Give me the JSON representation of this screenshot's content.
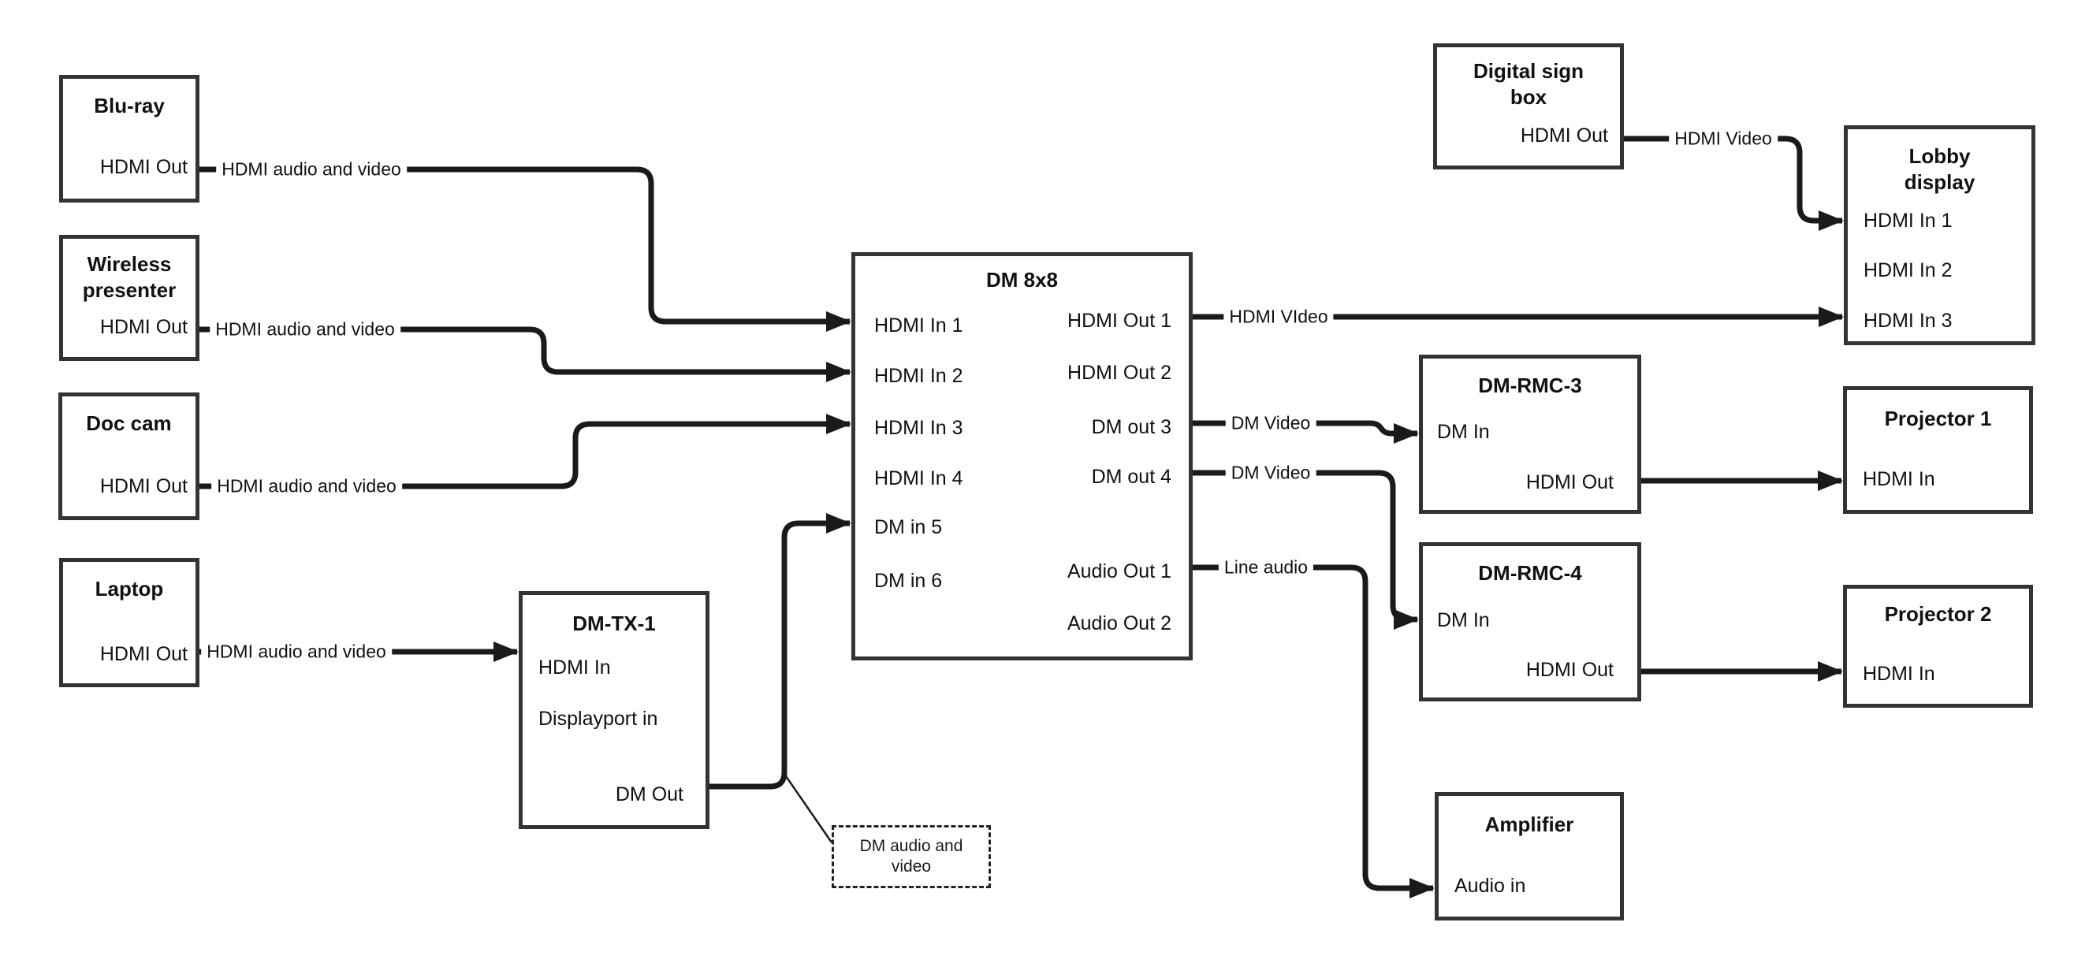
{
  "diagram_type": "av-signal-flow-diagram",
  "colors": {
    "line": "#1a1a1a",
    "box_border": "#333333",
    "background": "#ffffff"
  },
  "nodes": {
    "blu_ray": {
      "title": "Blu-ray",
      "ports": {
        "hdmi_out": "HDMI Out"
      }
    },
    "wireless_presenter": {
      "title": "Wireless presenter",
      "ports": {
        "hdmi_out": "HDMI Out"
      }
    },
    "doc_cam": {
      "title": "Doc cam",
      "ports": {
        "hdmi_out": "HDMI Out"
      }
    },
    "laptop": {
      "title": "Laptop",
      "ports": {
        "hdmi_out": "HDMI Out"
      }
    },
    "dm_tx_1": {
      "title": "DM-TX-1",
      "ports": {
        "hdmi_in": "HDMI In",
        "displayport_in": "Displayport in",
        "dm_out": "DM Out"
      }
    },
    "dm_8x8": {
      "title": "DM 8x8",
      "ports": {
        "hdmi_in_1": "HDMI In 1",
        "hdmi_in_2": "HDMI In 2",
        "hdmi_in_3": "HDMI In 3",
        "hdmi_in_4": "HDMI In 4",
        "dm_in_5": "DM in 5",
        "dm_in_6": "DM in 6",
        "hdmi_out_1": "HDMI Out 1",
        "hdmi_out_2": "HDMI Out 2",
        "dm_out_3": "DM out 3",
        "dm_out_4": "DM out 4",
        "audio_out_1": "Audio Out 1",
        "audio_out_2": "Audio Out 2"
      }
    },
    "digital_sign_box": {
      "title": "Digital sign box",
      "ports": {
        "hdmi_out": "HDMI Out"
      }
    },
    "lobby_display": {
      "title": "Lobby display",
      "ports": {
        "hdmi_in_1": "HDMI In 1",
        "hdmi_in_2": "HDMI In 2",
        "hdmi_in_3": "HDMI In 3"
      }
    },
    "dm_rmc_3": {
      "title": "DM-RMC-3",
      "ports": {
        "dm_in": "DM In",
        "hdmi_out": "HDMI Out"
      }
    },
    "dm_rmc_4": {
      "title": "DM-RMC-4",
      "ports": {
        "dm_in": "DM In",
        "hdmi_out": "HDMI Out"
      }
    },
    "projector_1": {
      "title": "Projector 1",
      "ports": {
        "hdmi_in": "HDMI In"
      }
    },
    "projector_2": {
      "title": "Projector 2",
      "ports": {
        "hdmi_in": "HDMI In"
      }
    },
    "amplifier": {
      "title": "Amplifier",
      "ports": {
        "audio_in": "Audio in"
      }
    }
  },
  "labels": {
    "blu_ray_to_switcher": "HDMI audio and video",
    "wireless_to_switcher": "HDMI audio and video",
    "doc_cam_to_switcher": "HDMI audio and video",
    "laptop_to_tx": "HDMI audio and video",
    "out1_to_lobby": "HDMI VIdeo",
    "out3_to_rmc3": "DM Video",
    "out4_to_rmc4": "DM Video",
    "audio_to_amp": "Line audio",
    "sign_to_lobby": "HDMI Video",
    "callout": "DM audio and video"
  }
}
